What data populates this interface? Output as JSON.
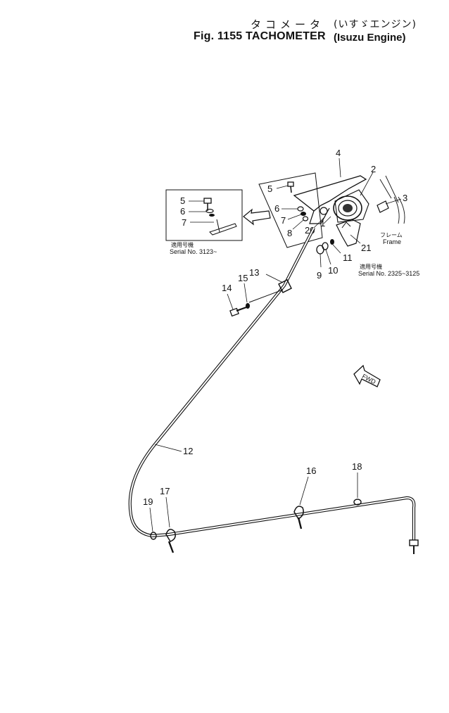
{
  "title": {
    "japanese": "タコメータ",
    "japanese_sub": "(いすゞエンジン)",
    "english": "Fig. 1155  TACHOMETER",
    "english_sub": "(Isuzu  Engine)"
  },
  "callouts": {
    "c1": "1",
    "c2": "2",
    "c3": "3",
    "c4": "4",
    "c5a": "5",
    "c5b": "5",
    "c6a": "6",
    "c6b": "6",
    "c7a": "7",
    "c7b": "7",
    "c8": "8",
    "c9": "9",
    "c10": "10",
    "c11": "11",
    "c12": "12",
    "c13": "13",
    "c14": "14",
    "c15": "15",
    "c16": "16",
    "c17": "17",
    "c18": "18",
    "c19": "19",
    "c20": "20",
    "c21": "21"
  },
  "notes": {
    "inset_jp": "適用号機",
    "inset_serial": "Serial No. 3123~",
    "main_jp": "適用号機",
    "main_serial": "Serial No. 2325~3125",
    "frame_jp": "フレーム",
    "frame_en": "Frame",
    "fwd": "FWD"
  }
}
